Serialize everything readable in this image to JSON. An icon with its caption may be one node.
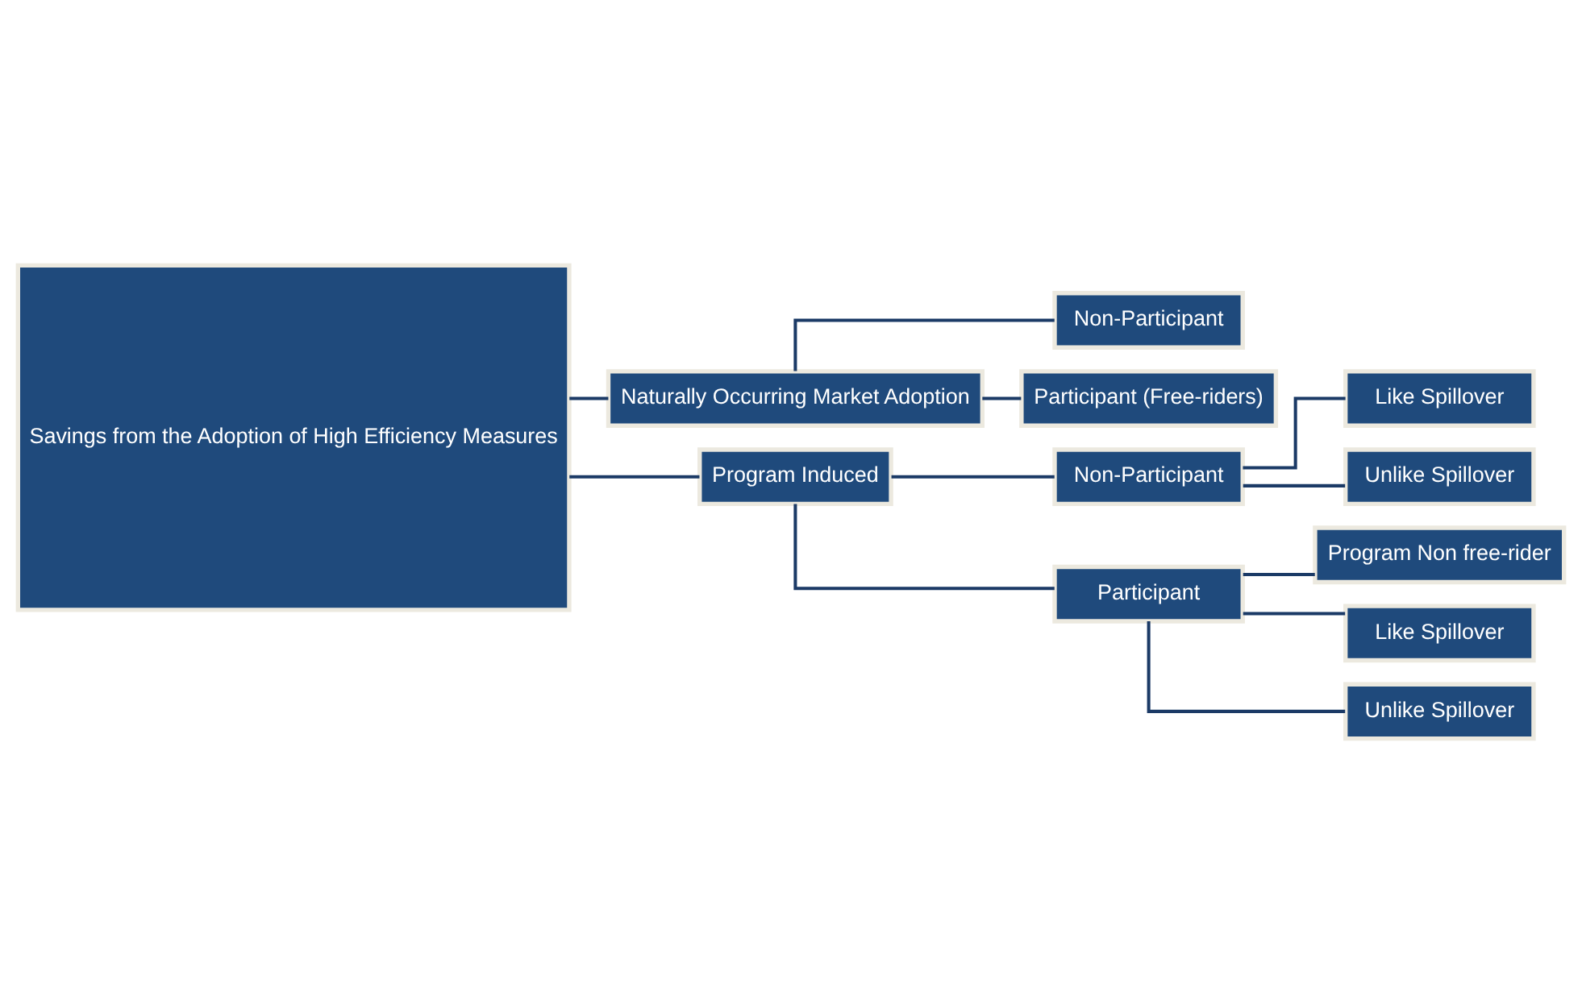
{
  "diagram": {
    "nodes": [
      {
        "text": [
          "Savings from the Adoption of High Efficiency Measures"
        ]
      },
      {
        "text": [
          "Naturally Occurring Market Adoption"
        ]
      },
      {
        "text": [
          "Program Induced"
        ]
      },
      {
        "text": [
          "Non-Participant"
        ]
      },
      {
        "text": [
          "Participant (Free-riders)"
        ]
      },
      {
        "text": [
          "Non-Participant"
        ]
      },
      {
        "text": [
          "Participant"
        ]
      },
      {
        "text": [
          "Like Spillover"
        ]
      },
      {
        "text": [
          "Unlike Spillover"
        ]
      },
      {
        "text": [
          "Program Non free-rider"
        ]
      },
      {
        "text": [
          "Like Spillover"
        ]
      },
      {
        "text": [
          "Unlike Spillover"
        ]
      }
    ],
    "edges": [
      {
        "from": 0,
        "to": 1,
        "arrow": "none"
      },
      {
        "from": 0,
        "to": 2,
        "arrow": "none"
      },
      {
        "from": 1,
        "to": 3,
        "arrow": "none"
      },
      {
        "from": 1,
        "to": 4,
        "arrow": "none"
      },
      {
        "from": 2,
        "to": 5,
        "arrow": "none"
      },
      {
        "from": 2,
        "to": 6,
        "arrow": "none"
      },
      {
        "from": 5,
        "to": 7,
        "arrow": "none"
      },
      {
        "from": 5,
        "to": 8,
        "arrow": "none"
      },
      {
        "from": 6,
        "to": 9,
        "arrow": "none"
      },
      {
        "from": 6,
        "to": 10,
        "arrow": "none"
      },
      {
        "from": 6,
        "to": 11,
        "arrow": "none"
      }
    ]
  }
}
